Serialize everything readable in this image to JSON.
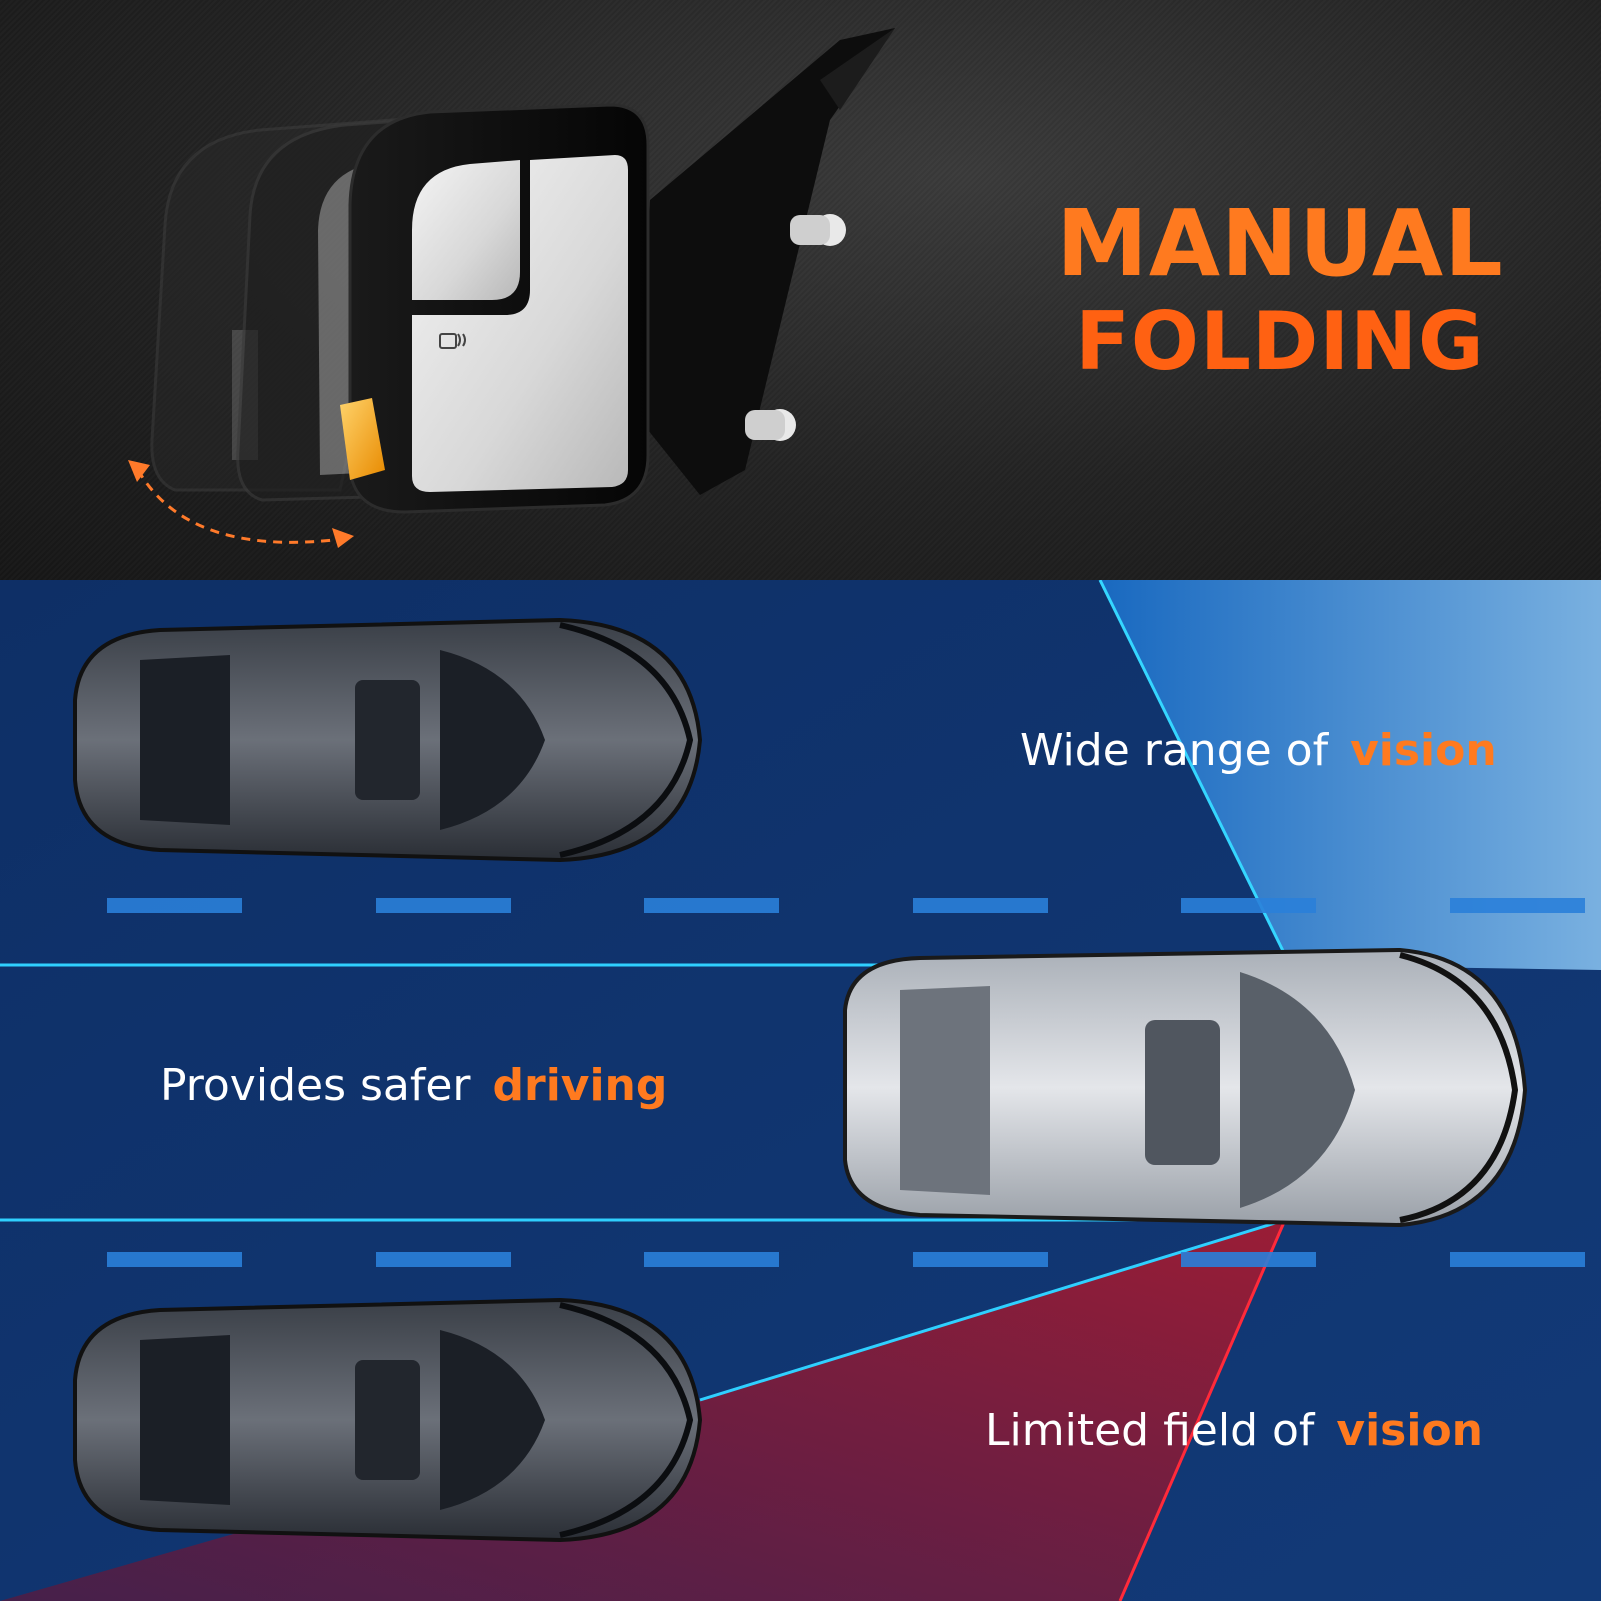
{
  "headline": {
    "line1": "MANUAL",
    "line2": "FOLDING"
  },
  "features": {
    "wide": {
      "text": "Wide range of",
      "highlight": "vision"
    },
    "safer": {
      "text": "Provides safer",
      "highlight": "driving"
    },
    "limited": {
      "text": "Limited field of",
      "highlight": "vision"
    }
  },
  "icons": {
    "fold_arrow": "curved-arrow-icon",
    "heater": "heated-mirror-icon",
    "signal": "turn-signal-icon"
  },
  "colors": {
    "accent": "#ff7a1f",
    "wide_beam": "#1fb6ff",
    "limited_beam": "#c0182a",
    "road_dark": "#10284f"
  }
}
